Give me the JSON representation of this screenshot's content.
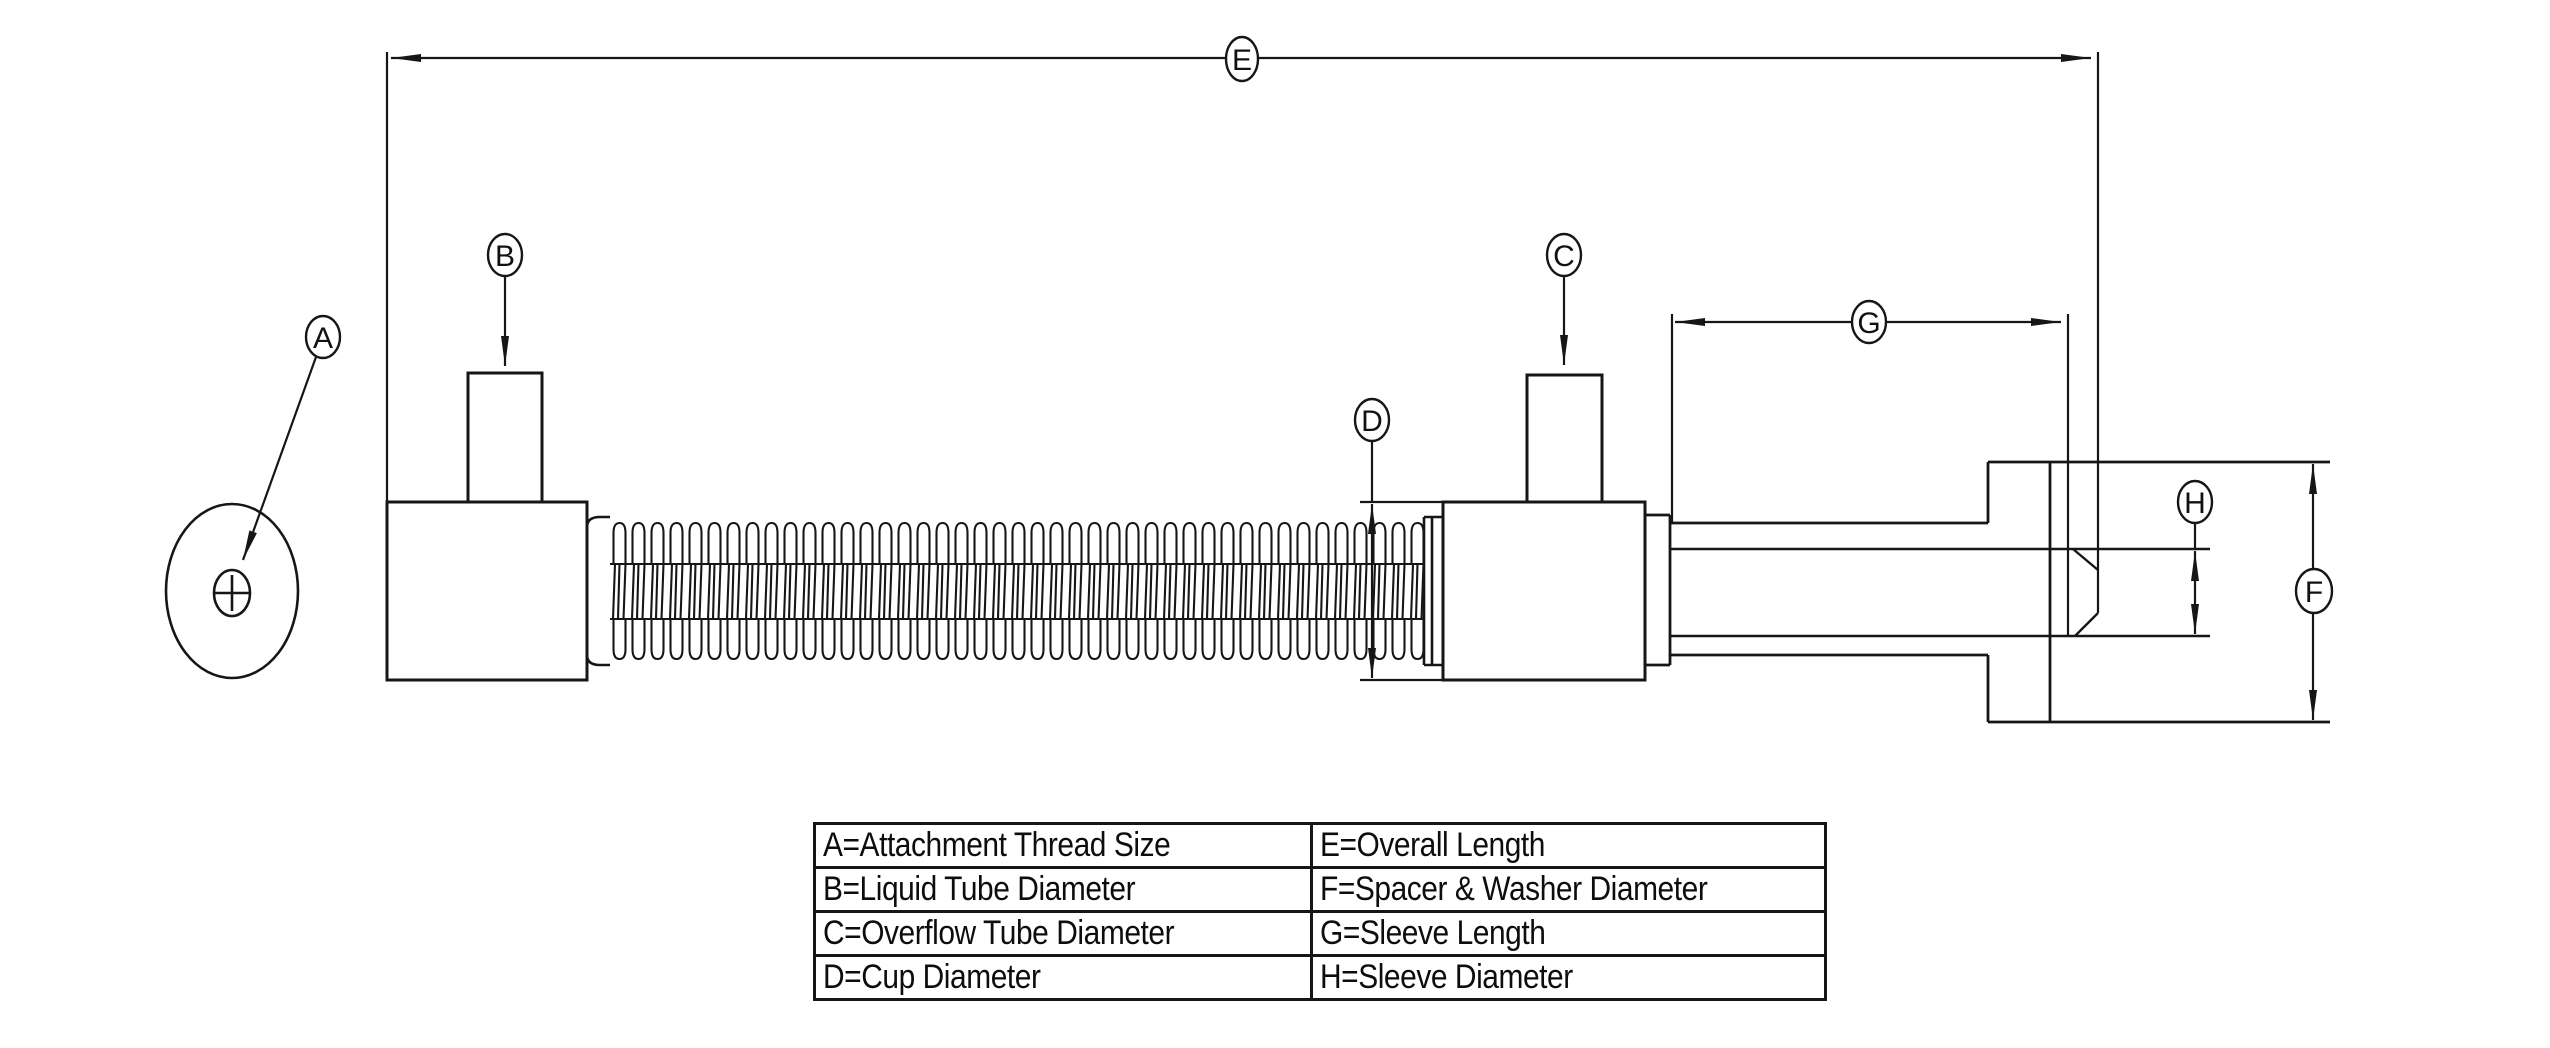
{
  "page": {
    "background_color": "#ffffff",
    "line_color": "#161616",
    "kind": "technical line drawing of drain assembly with dimension balloons and legend table"
  },
  "drawing": {
    "balloons": {
      "a": "A",
      "b": "B",
      "c": "C",
      "d": "D",
      "e": "E",
      "f": "F",
      "g": "G",
      "h": "H"
    },
    "parts": {
      "washer_front_view": "washer with center hole and crosshair",
      "cup_body": "left cup body",
      "liquid_tube": "liquid tube stub on left cup",
      "overflow_tube": "overflow tube stub on right cup",
      "threaded_section": "threaded tube between cups",
      "right_cup": "right cup body",
      "sleeve": "sleeve tube",
      "spacer_washer_block": "spacer and washer section at right end"
    }
  },
  "legend": {
    "rows": [
      {
        "left": "A=Attachment Thread Size",
        "right": "E=Overall Length"
      },
      {
        "left": "B=Liquid Tube Diameter",
        "right": "F=Spacer & Washer Diameter"
      },
      {
        "left": "C=Overflow Tube Diameter",
        "right": "G=Sleeve Length"
      },
      {
        "left": "D=Cup Diameter",
        "right": "H=Sleeve Diameter"
      }
    ]
  }
}
